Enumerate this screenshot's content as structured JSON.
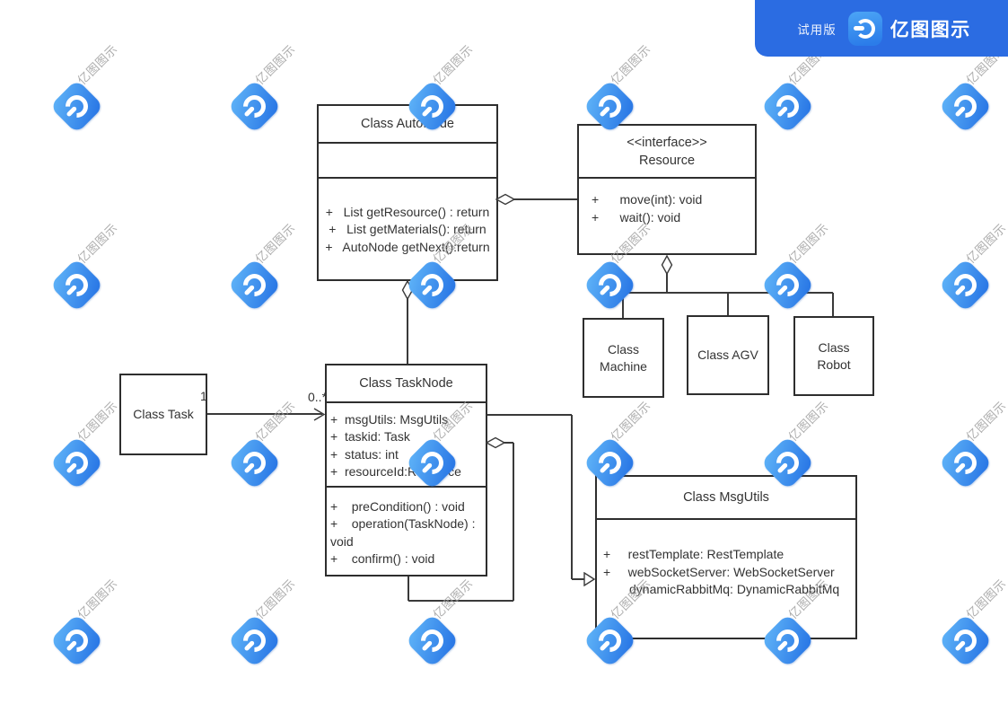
{
  "banner": {
    "trial_label": "试用版",
    "brand": "亿图图示"
  },
  "watermark": {
    "text": "亿图图示"
  },
  "colors": {
    "banner_blue": "#2b6ce2",
    "logo_gradient_start": "#55acf6",
    "logo_gradient_end": "#2b79e6",
    "line": "#3a3a3a",
    "text": "#333333",
    "watermark_text": "#9c9c9c"
  },
  "diagram": {
    "classes": {
      "autonode": {
        "title": "Class AutoNode",
        "methods": [
          "+   List getResource() : return",
          "+   List getMaterials(): return",
          "+   AutoNode getNext():return"
        ]
      },
      "resource": {
        "stereotype": "<<interface>>",
        "title": "Resource",
        "methods": [
          "+      move(int): void",
          "+      wait(): void"
        ]
      },
      "machine": {
        "title": "Class Machine"
      },
      "agv": {
        "title": "Class AGV"
      },
      "robot": {
        "title": "Class Robot"
      },
      "task": {
        "title": "Class Task"
      },
      "tasknode": {
        "title": "Class TaskNode",
        "attributes": [
          "+  msgUtils: MsgUtils",
          "+  taskid: Task",
          "+  status: int",
          "+  resourceId:Resource"
        ],
        "methods": [
          "+    preCondition() : void",
          "+    operation(TaskNode) :",
          "void",
          "+    confirm() : void"
        ]
      },
      "msgutils": {
        "title": "Class MsgUtils",
        "attributes": [
          "+     restTemplate: RestTemplate",
          "+     webSocketServer: WebSocketServer",
          "dynamicRabbitMq: DynamicRabbitMq"
        ]
      }
    },
    "relations": {
      "task_to_tasknode": {
        "source_multiplicity": "1",
        "target_multiplicity": "0..*"
      }
    }
  }
}
